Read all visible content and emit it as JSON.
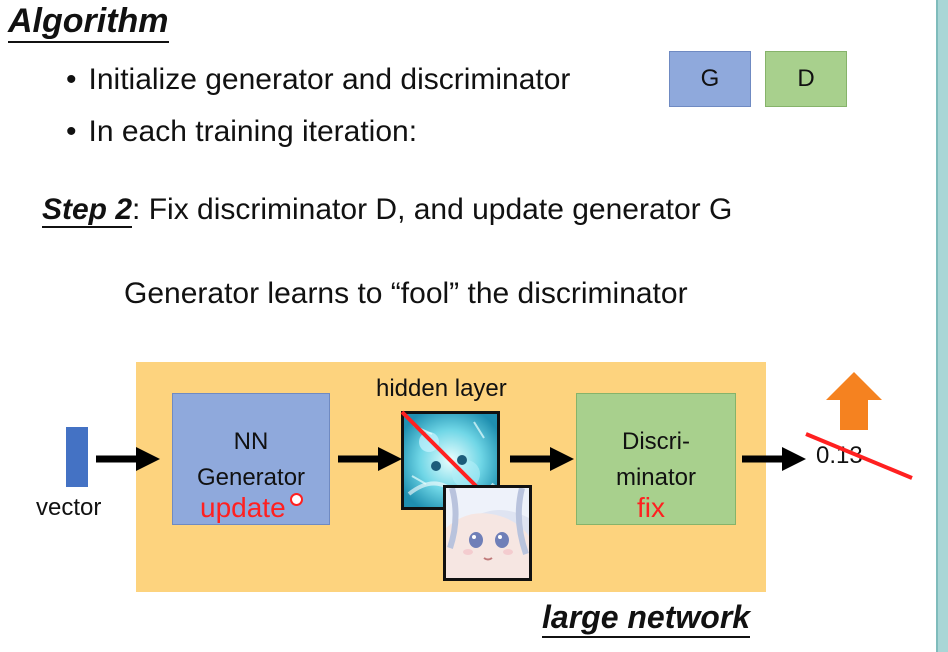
{
  "title": "Algorithm",
  "bullets": [
    "Initialize generator and discriminator",
    "In each training iteration:"
  ],
  "legend": {
    "g_label": "G",
    "d_label": "D",
    "g_color": "#8fa9dc",
    "d_color": "#a8d08d"
  },
  "step": {
    "label": "Step 2",
    "text": ": Fix discriminator D, and update generator G"
  },
  "subtitle": "Generator learns to “fool” the discriminator",
  "diagram": {
    "input_label": "vector",
    "generator": {
      "line1": "NN",
      "line2": "Generator",
      "note": "update"
    },
    "hidden_label": "hidden layer",
    "discriminator": {
      "line1": "Discri-",
      "line2": "minator",
      "note": "fix"
    },
    "output_value": "0.13",
    "network_label": "large network",
    "network_color": "#fdd37e",
    "accent_color": "#ff2020",
    "up_arrow_color": "#f58220"
  }
}
